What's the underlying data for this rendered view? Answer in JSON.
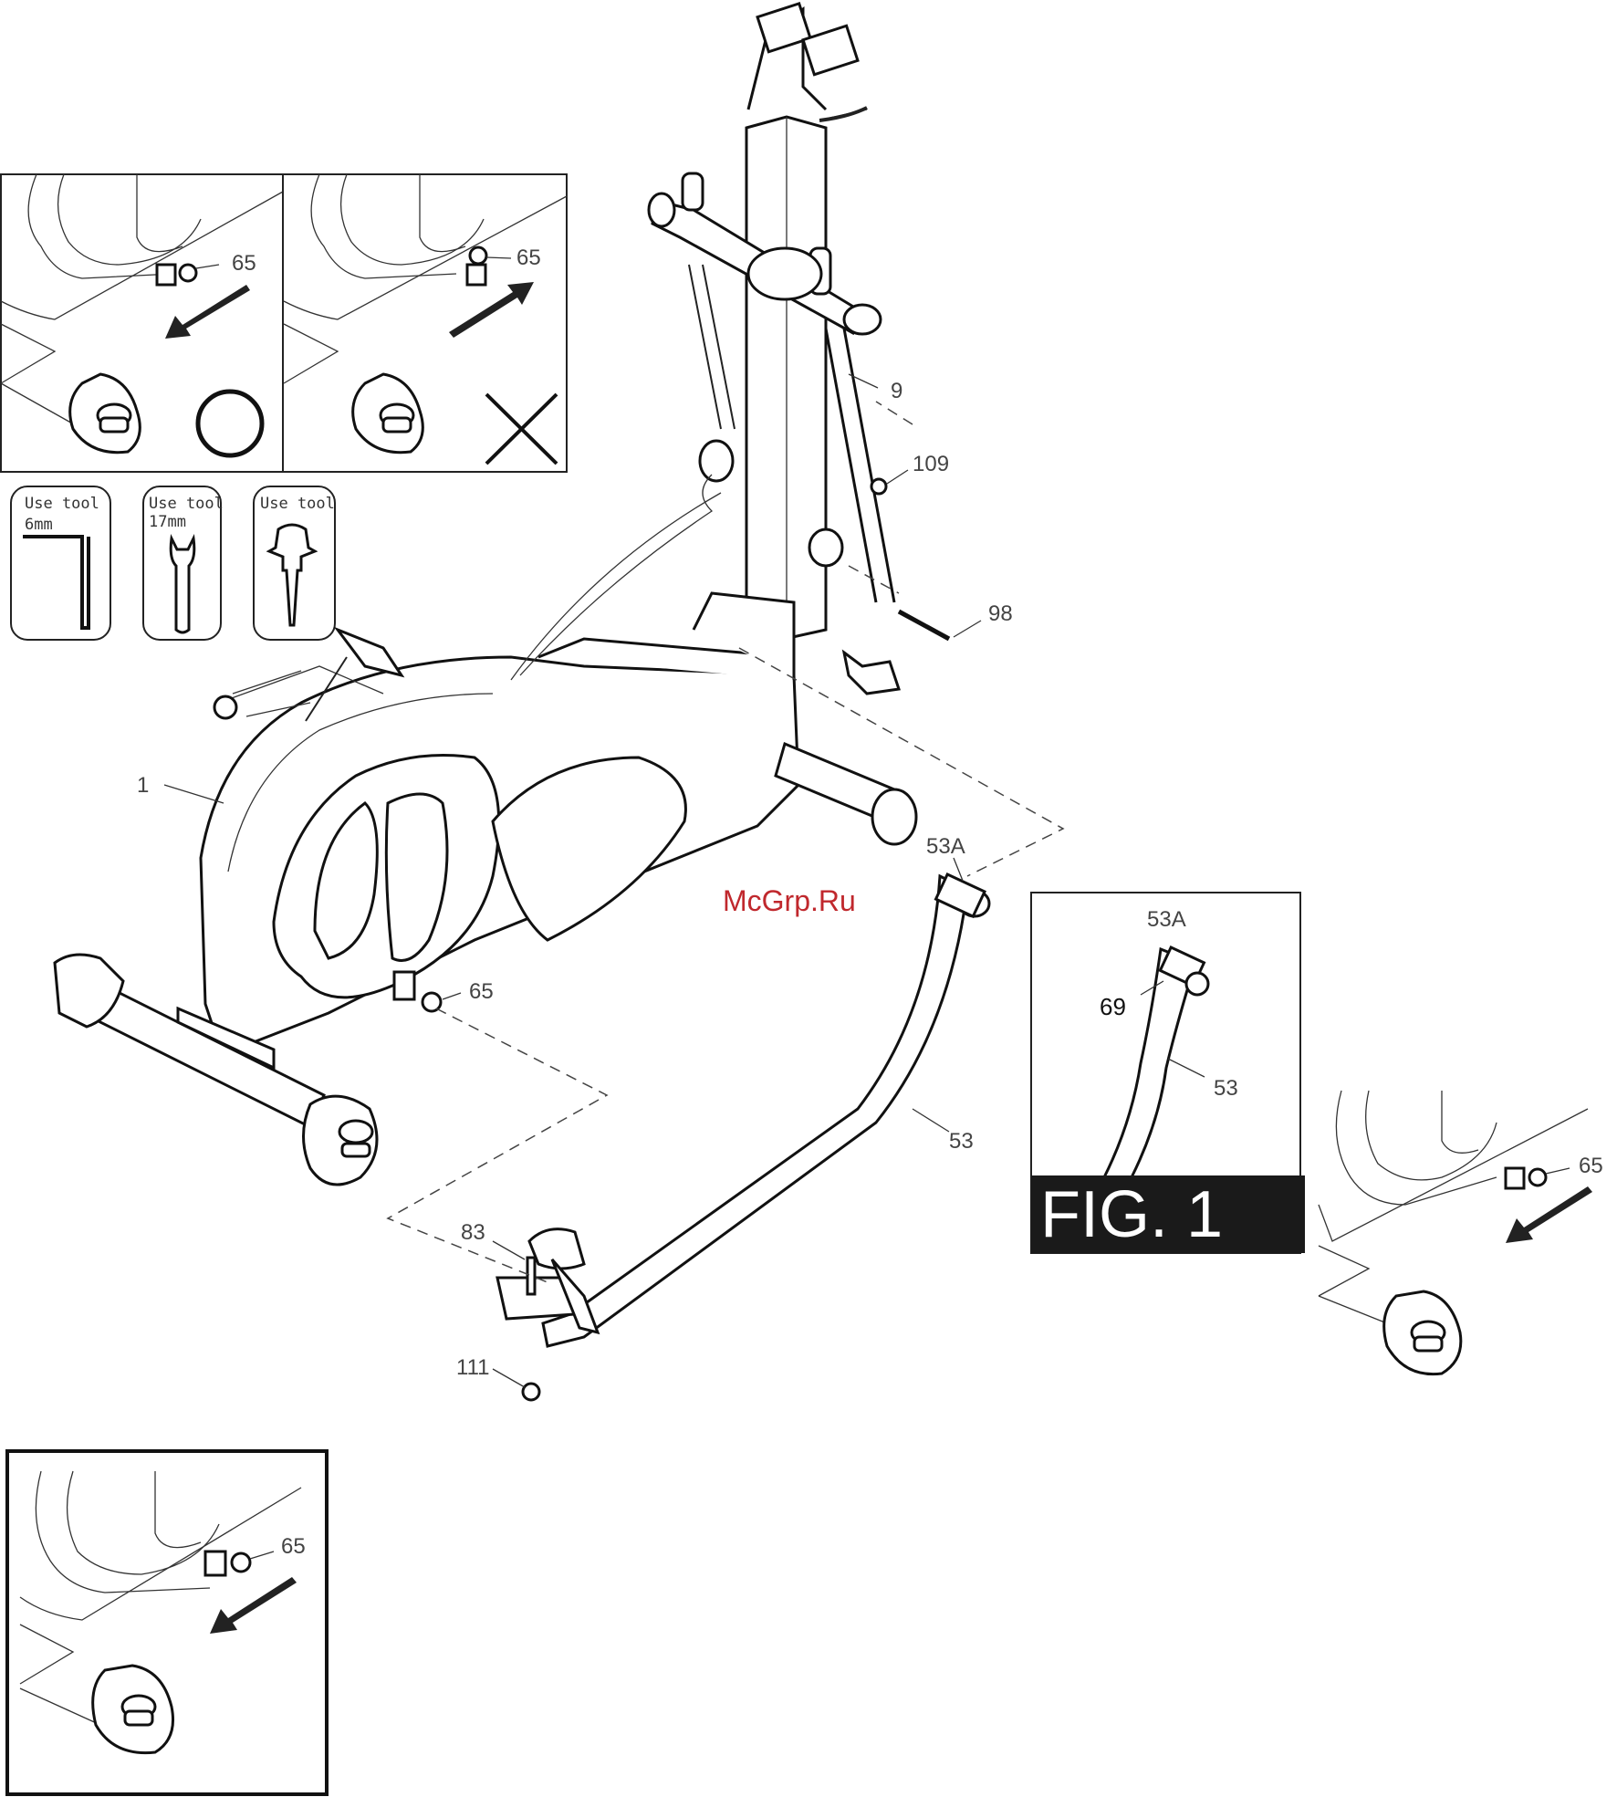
{
  "figure": {
    "title": "FIG. 1",
    "watermark": "McGrp.Ru",
    "colors": {
      "watermark": "#c0282d",
      "ink": "#111111",
      "paper": "#ffffff",
      "fig_bar": "#1a1a1a"
    }
  },
  "labels": {
    "p1": "1",
    "p9": "9",
    "p109": "109",
    "p98": "98",
    "p53A": "53A",
    "p65_main": "65",
    "p53": "53",
    "p83": "83",
    "p111": "111",
    "p65_inset_ok": "65",
    "p65_inset_no": "65",
    "p65_inset_right": "65",
    "p65_inset_bottom": "65"
  },
  "fig_inset": {
    "p53A": "53A",
    "p69": "69",
    "p53": "53"
  },
  "tools": [
    {
      "use": "Use tool",
      "size": "6mm",
      "icon": "hex-key-icon"
    },
    {
      "use": "Use tool",
      "size": "17mm",
      "icon": "wrench-icon"
    },
    {
      "use": "Use tool",
      "size": "",
      "icon": "screwdriver-icon"
    }
  ],
  "marks": {
    "correct": "circle-correct-icon",
    "wrong": "cross-wrong-icon"
  }
}
